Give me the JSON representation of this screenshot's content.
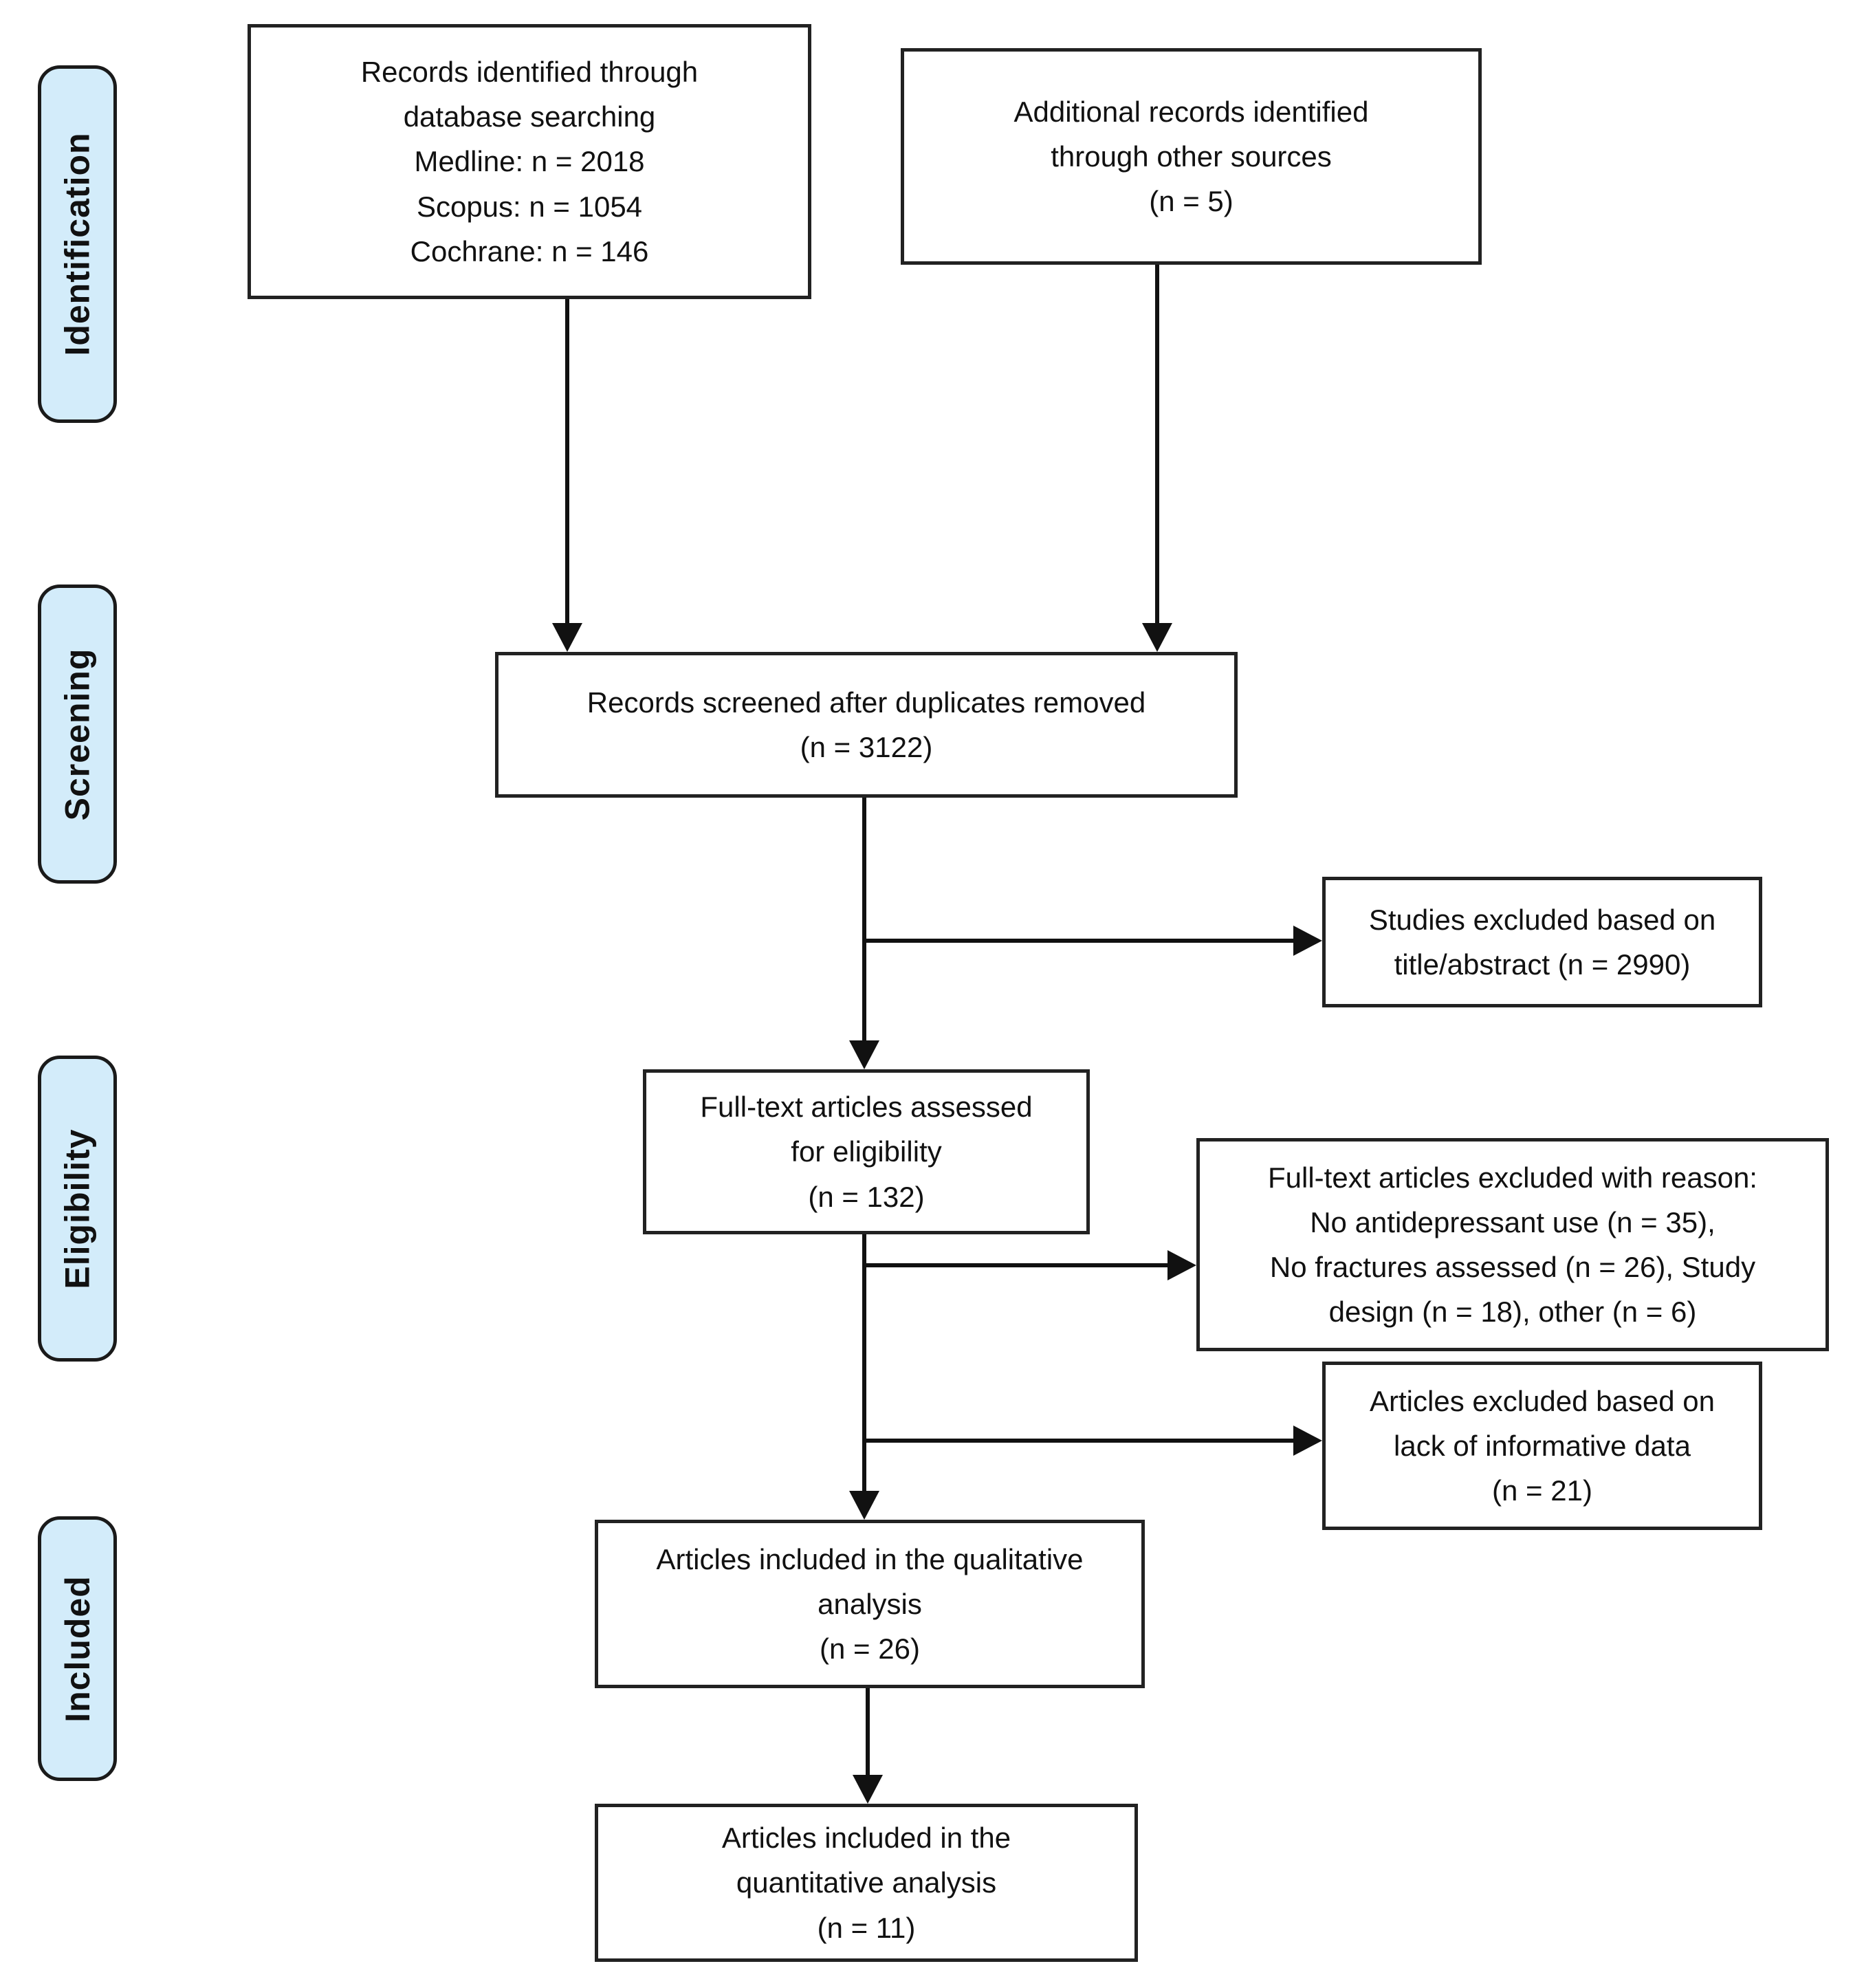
{
  "diagram": {
    "type": "prisma-flow",
    "stages": [
      {
        "id": "identification",
        "label": "Identification"
      },
      {
        "id": "screening",
        "label": "Screening"
      },
      {
        "id": "eligibility",
        "label": "Eligibility"
      },
      {
        "id": "included",
        "label": "Included"
      }
    ],
    "boxes": {
      "database_search": {
        "text": "Records identified through\ndatabase searching\nMedline: n = 2018\nScopus: n = 1054\nCochrane: n = 146"
      },
      "other_sources": {
        "text": "Additional records identified\nthrough other sources\n(n = 5)"
      },
      "screened": {
        "text": "Records screened after duplicates removed\n(n = 3122)"
      },
      "excluded_title_abstract": {
        "text": "Studies excluded based on\ntitle/abstract (n = 2990)"
      },
      "fulltext_assessed": {
        "text": "Full-text articles assessed\nfor eligibility\n(n = 132)"
      },
      "fulltext_excluded": {
        "text": "Full-text articles excluded with reason:\nNo antidepressant use (n = 35),\nNo fractures assessed (n = 26), Study\ndesign (n = 18), other (n = 6)"
      },
      "excluded_lack_data": {
        "text": "Articles excluded based on\nlack of informative data\n(n = 21)"
      },
      "qualitative_included": {
        "text": "Articles included in the qualitative\nanalysis\n(n = 26)"
      },
      "quantitative_included": {
        "text": "Articles included in the\nquantitative analysis\n(n = 11)"
      }
    },
    "counts": {
      "medline": 2018,
      "scopus": 1054,
      "cochrane": 146,
      "other_sources": 5,
      "screened_after_duplicates": 3122,
      "excluded_title_abstract": 2990,
      "fulltext_assessed": 132,
      "excluded_no_antidepressant_use": 35,
      "excluded_no_fractures_assessed": 26,
      "excluded_study_design": 18,
      "excluded_other": 6,
      "excluded_lack_informative_data": 21,
      "qualitative_analysis": 26,
      "quantitative_analysis": 11
    },
    "colors": {
      "stage_fill": "#d3ecfa",
      "stage_border": "#1a1a1a",
      "box_border": "#222222",
      "box_fill": "#ffffff",
      "arrow": "#111111",
      "text": "#111111",
      "background": "#ffffff"
    }
  }
}
